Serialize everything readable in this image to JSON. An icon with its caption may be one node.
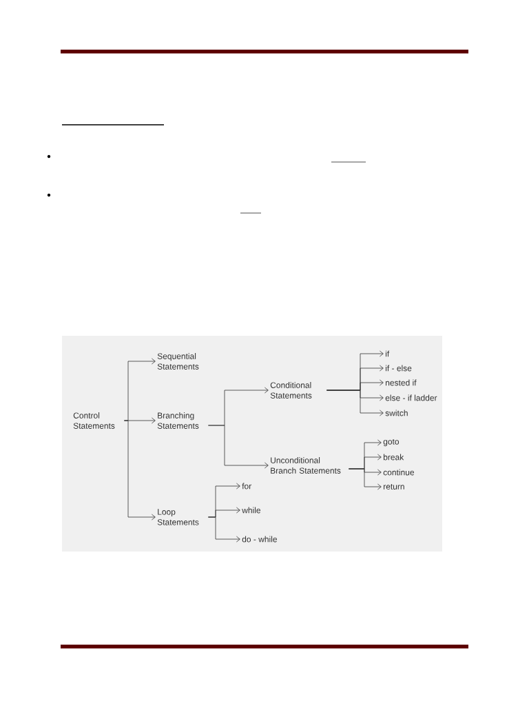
{
  "diagram": {
    "nodes": [
      {
        "text": [
          "Control Statements"
        ]
      },
      {
        "text": [
          "Sequential Statements"
        ]
      },
      {
        "text": [
          "Branching Statements"
        ]
      },
      {
        "text": [
          "Loop Statements"
        ]
      },
      {
        "text": [
          "Conditional Statements"
        ]
      },
      {
        "text": [
          "Unconditional Branch Statements"
        ]
      },
      {
        "text": [
          "if"
        ]
      },
      {
        "text": [
          "if - else"
        ]
      },
      {
        "text": [
          "nested if"
        ]
      },
      {
        "text": [
          "else - if ladder"
        ]
      },
      {
        "text": [
          "switch"
        ]
      },
      {
        "text": [
          "goto"
        ]
      },
      {
        "text": [
          "break"
        ]
      },
      {
        "text": [
          "continue"
        ]
      },
      {
        "text": [
          "return"
        ]
      },
      {
        "text": [
          "for"
        ]
      },
      {
        "text": [
          "while"
        ]
      },
      {
        "text": [
          "do - while"
        ]
      }
    ],
    "edges": [
      {
        "from": 0,
        "to": 1,
        "arrow": "to"
      },
      {
        "from": 0,
        "to": 2,
        "arrow": "to"
      },
      {
        "from": 0,
        "to": 3,
        "arrow": "to"
      },
      {
        "from": 2,
        "to": 4,
        "arrow": "to"
      },
      {
        "from": 2,
        "to": 5,
        "arrow": "to"
      },
      {
        "from": 4,
        "to": 6,
        "arrow": "to"
      },
      {
        "from": 4,
        "to": 7,
        "arrow": "to"
      },
      {
        "from": 4,
        "to": 8,
        "arrow": "to"
      },
      {
        "from": 4,
        "to": 9,
        "arrow": "to"
      },
      {
        "from": 4,
        "to": 10,
        "arrow": "to"
      },
      {
        "from": 5,
        "to": 11,
        "arrow": "to"
      },
      {
        "from": 5,
        "to": 12,
        "arrow": "to"
      },
      {
        "from": 5,
        "to": 13,
        "arrow": "to"
      },
      {
        "from": 5,
        "to": 14,
        "arrow": "to"
      },
      {
        "from": 3,
        "to": 15,
        "arrow": "to"
      },
      {
        "from": 3,
        "to": 16,
        "arrow": "to"
      },
      {
        "from": 3,
        "to": 17,
        "arrow": "to"
      }
    ]
  }
}
